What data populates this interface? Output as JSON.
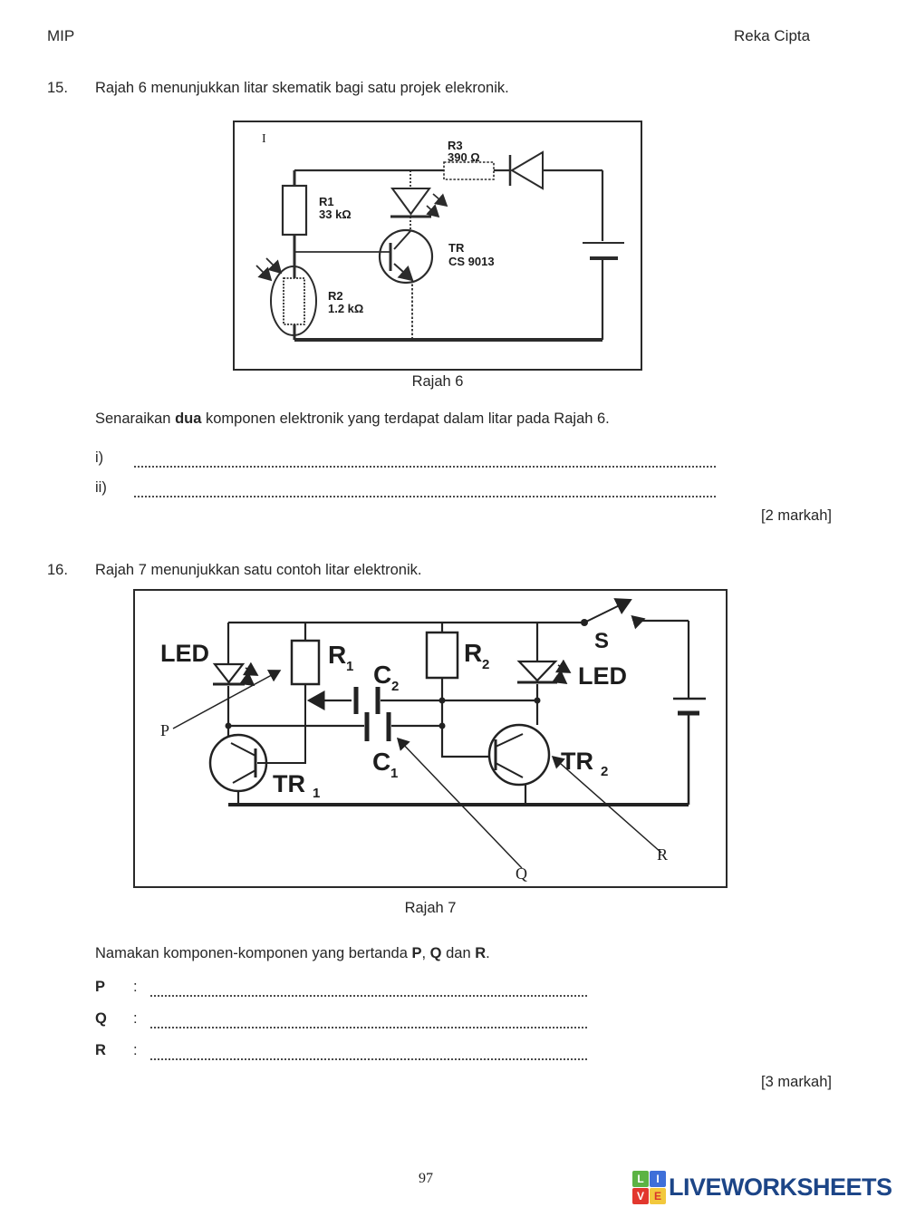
{
  "header": {
    "left_title": "MIP",
    "right_title": "Reka Cipta"
  },
  "q15": {
    "number": "15.",
    "prompt": "Rajah 6 menunjukkan litar skematik bagi satu projek elekronik.",
    "figure": {
      "corner_mark": "I",
      "caption": "Rajah 6",
      "r1_name": "R1",
      "r1_value": "33 kΩ",
      "r2_name": "R2",
      "r2_value": "1.2 kΩ",
      "r3_name": "R3",
      "r3_value": "390 Ω",
      "tr_name": "TR",
      "tr_value": "CS 9013"
    },
    "instruction": {
      "prefix": "Senaraikan ",
      "bold_word": "dua",
      "suffix": " komponen elektronik yang terdapat dalam litar pada Rajah 6."
    },
    "answers": [
      {
        "label": "i)"
      },
      {
        "label": "ii)"
      }
    ],
    "marks": "[2 markah]"
  },
  "q16": {
    "number": "16.",
    "prompt": "Rajah 7 menunjukkan satu contoh litar elektronik.",
    "figure": {
      "caption": "Rajah 7",
      "led_left": "LED",
      "led_right": "LED",
      "switch_label": "S",
      "r1_main": "R",
      "r1_sub": "1",
      "r2_main": "R",
      "r2_sub": "2",
      "c1_main": "C",
      "c1_sub": "1",
      "c2_main": "C",
      "c2_sub": "2",
      "tr1_main": "TR",
      "tr1_sub": "1",
      "tr2_main": "TR",
      "tr2_sub": "2",
      "pointer_p": "P",
      "pointer_q": "Q",
      "pointer_r": "R"
    },
    "instruction": {
      "prefix": "Namakan komponen-komponen yang bertanda ",
      "p": "P",
      "sep1": ", ",
      "q": "Q",
      "sep2": " dan ",
      "r": "R",
      "suffix": "."
    },
    "answers": [
      {
        "label": "P",
        "colon": ":"
      },
      {
        "label": "Q",
        "colon": ":"
      },
      {
        "label": "R",
        "colon": ":"
      }
    ],
    "marks": "[3 markah]"
  },
  "footer": {
    "page_number": "97",
    "logo": {
      "text": "LIVEWORKSHEETS",
      "text_color": "#1c4587",
      "tiles": [
        {
          "letter": "L",
          "bg": "#5cb344",
          "fg": "#ffffff"
        },
        {
          "letter": "I",
          "bg": "#3e6fd9",
          "fg": "#ffffff"
        },
        {
          "letter": "V",
          "bg": "#e2372e",
          "fg": "#ffffff"
        },
        {
          "letter": "E",
          "bg": "#f2c83d",
          "fg": "#d8352c"
        }
      ]
    }
  }
}
